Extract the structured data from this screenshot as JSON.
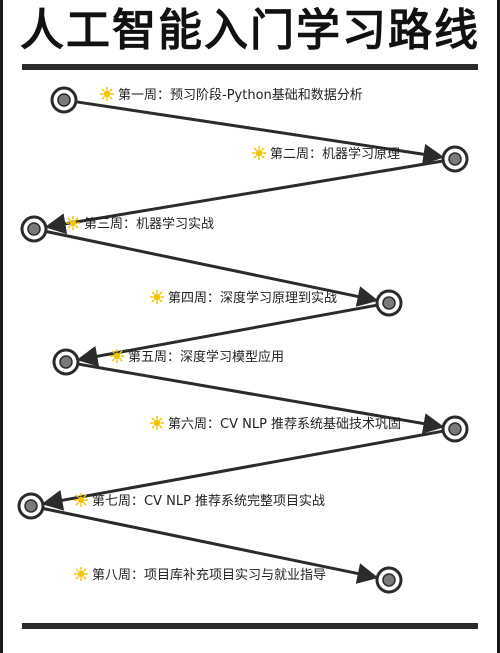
{
  "title": "人工智能入门学习路线",
  "accent_colors": {
    "line": "#2b2b2b",
    "node_fill": "#7a7a7a",
    "sun": "#f3c200"
  },
  "steps": [
    {
      "week": "第一周",
      "sep": "：",
      "text": "预习阶段-Python基础和数据分析"
    },
    {
      "week": "第二周",
      "sep": "：",
      "text": "机器学习原理"
    },
    {
      "week": "第三周",
      "sep": "：",
      "text": "机器学习实战"
    },
    {
      "week": "第四周",
      "sep": "：",
      "text": "深度学习原理到实战"
    },
    {
      "week": "第五周",
      "sep": "：",
      "text": "深度学习模型应用"
    },
    {
      "week": "第六周",
      "sep": "：",
      "text": "CV NLP 推荐系统基础技术巩固"
    },
    {
      "week": "第七周",
      "sep": "：",
      "text": "CV NLP 推荐系统完整项目实战"
    },
    {
      "week": "第八周",
      "sep": "：",
      "text": "项目库补充项目实习与就业指导"
    }
  ]
}
